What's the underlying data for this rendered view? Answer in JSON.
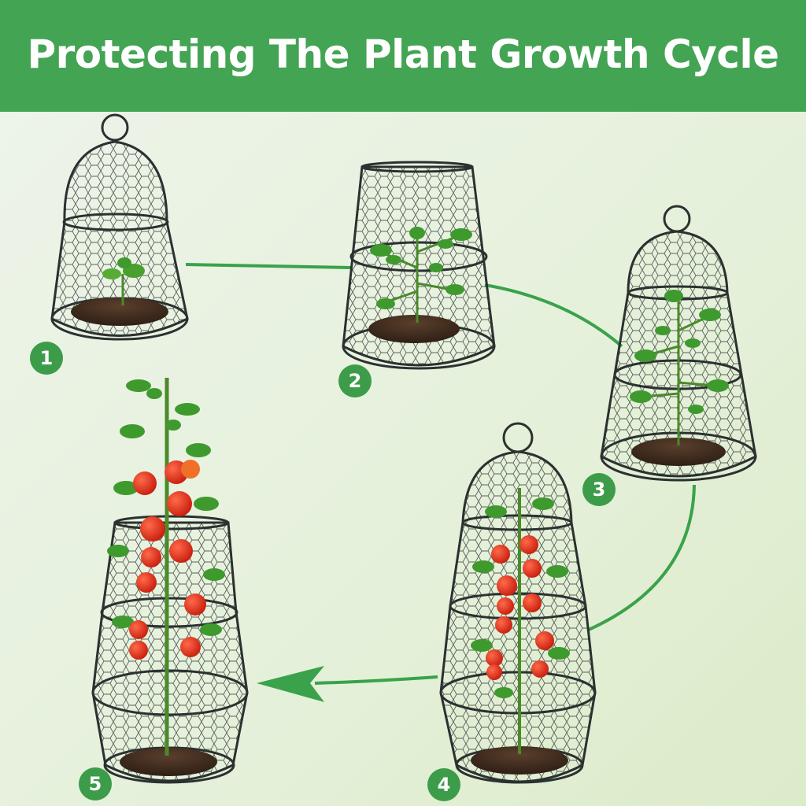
{
  "banner": {
    "title": "Protecting The Plant Growth Cycle"
  },
  "stages": [
    {
      "number": "1",
      "plant": "seedling",
      "cage": "bell-cloche-with-loop"
    },
    {
      "number": "2",
      "plant": "young-plant",
      "cage": "open-top-cone"
    },
    {
      "number": "3",
      "plant": "growing-plant",
      "cage": "bell-cloche-with-loop"
    },
    {
      "number": "4",
      "plant": "fruiting-tomato",
      "cage": "tall-bell-cloche-with-loop"
    },
    {
      "number": "5",
      "plant": "mature-tomato",
      "cage": "open-top-barrel"
    }
  ],
  "colors": {
    "banner": "#43a453",
    "badge": "#3d9c49",
    "connector": "#3aa24a",
    "wire": "#2a3130",
    "leaf": "#3f9a2e",
    "tomato": "#e0301c",
    "soil": "#3e2a1e"
  },
  "icons": {
    "connector_arrow": "arrow-left-icon"
  }
}
